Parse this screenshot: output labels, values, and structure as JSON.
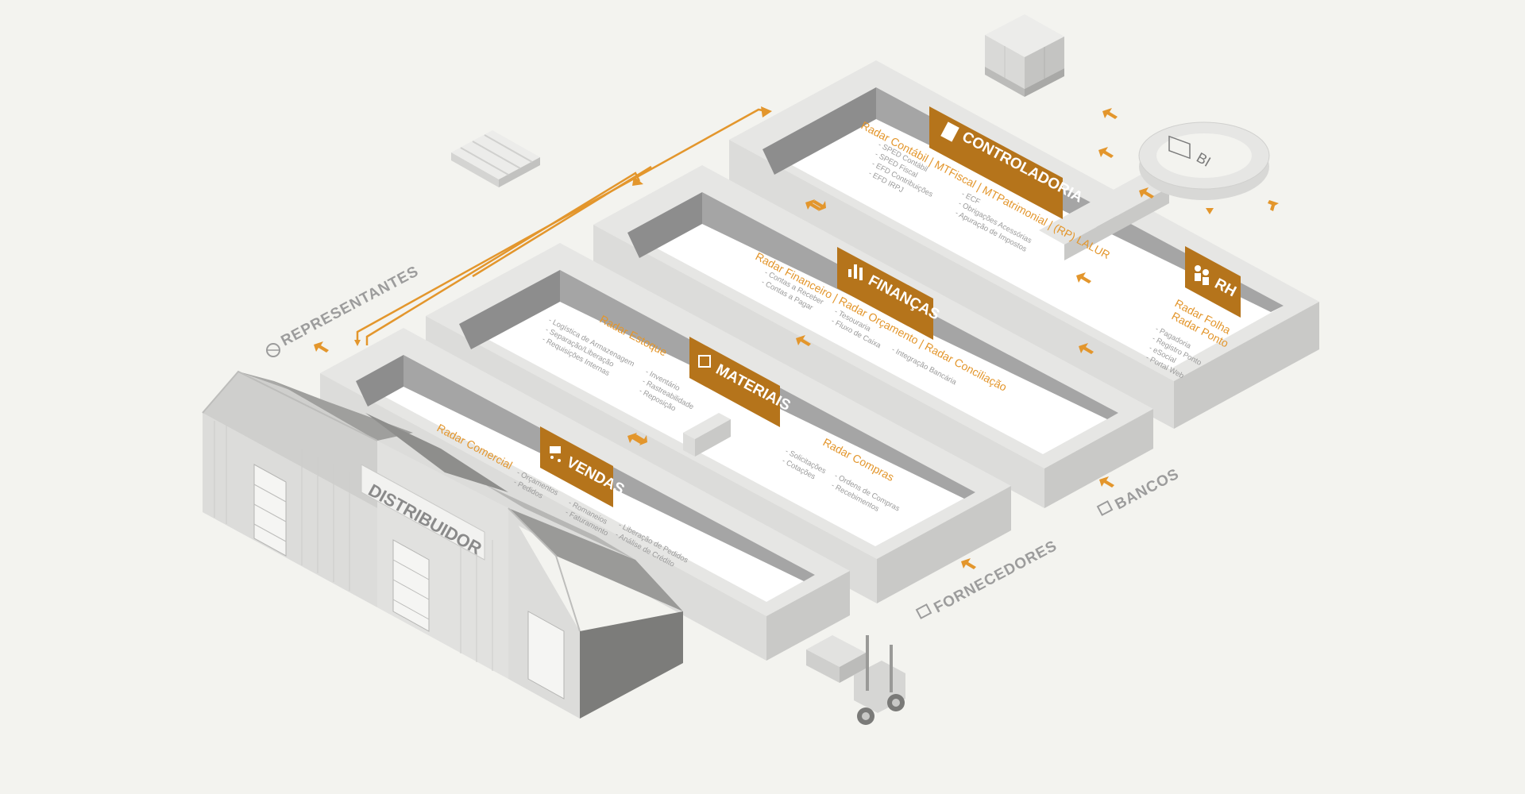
{
  "external": {
    "representantes": "REPRESENTANTES",
    "bancos": "BANCOS",
    "fornecedores": "FORNECEDORES"
  },
  "building": {
    "label": "DISTRIBUIDOR"
  },
  "bi": {
    "label": "BI"
  },
  "modules": {
    "controladoria": {
      "sign": "CONTROLADORIA",
      "radar": "Radar Contábil | MTFiscal | MTPatrimonial | (RP) LALUR",
      "items_left": [
        "SPED Contábil",
        "SPED Fiscal",
        "EFD Contribuições",
        "EFD IRPJ"
      ],
      "items_right": [
        "ECF",
        "Obrigações Acessórias",
        "Apuração de Impostos"
      ]
    },
    "financas": {
      "sign": "FINANÇAS",
      "radar": "Radar Financeiro | Radar Orçamento | Radar Conciliação",
      "items_left": [
        "Contas a Receber",
        "Contas a Pagar"
      ],
      "items_mid": [
        "Tesouraria",
        "Fluxo de Caixa"
      ],
      "items_right": [
        "Integração Bancária"
      ]
    },
    "rh": {
      "sign": "RH",
      "radar_1": "Radar Folha",
      "radar_2": "Radar Ponto",
      "items": [
        "Pagadoria",
        "Registro Ponto",
        "eSocial",
        "Portal Web"
      ]
    },
    "materiais": {
      "sign": "MATERIAIS",
      "radar_estoque": "Radar Estoque",
      "estoque_left": [
        "Logística de Armazenagem",
        "Separação/Liberação",
        "Requisições Internas"
      ],
      "estoque_right": [
        "Inventário",
        "Rastreabilidade",
        "Reposição"
      ],
      "radar_compras": "Radar Compras",
      "compras_left": [
        "Solicitações",
        "Cotações"
      ],
      "compras_right": [
        "Ordens de Compras",
        "Recebimentos"
      ]
    },
    "vendas": {
      "sign": "VENDAS",
      "radar": "Radar Comercial",
      "col1": [
        "Orçamentos",
        "Pedidos"
      ],
      "col2": [
        "Romaneios",
        "Faturamento"
      ],
      "col3": [
        "Liberação de Pedidos",
        "Análise de Crédito"
      ]
    }
  },
  "colors": {
    "accent": "#e3962c",
    "sign": "#b5741b",
    "wall": "#8d8d8d",
    "floor": "#ffffff",
    "background": "#f3f3ef"
  },
  "icons": [
    "globe-icon",
    "bank-icon",
    "supplier-icon",
    "calculator-icon",
    "chart-icon",
    "cart-icon",
    "people-icon",
    "box-icon",
    "bi-icon",
    "forklift-icon",
    "pallet-icon"
  ]
}
